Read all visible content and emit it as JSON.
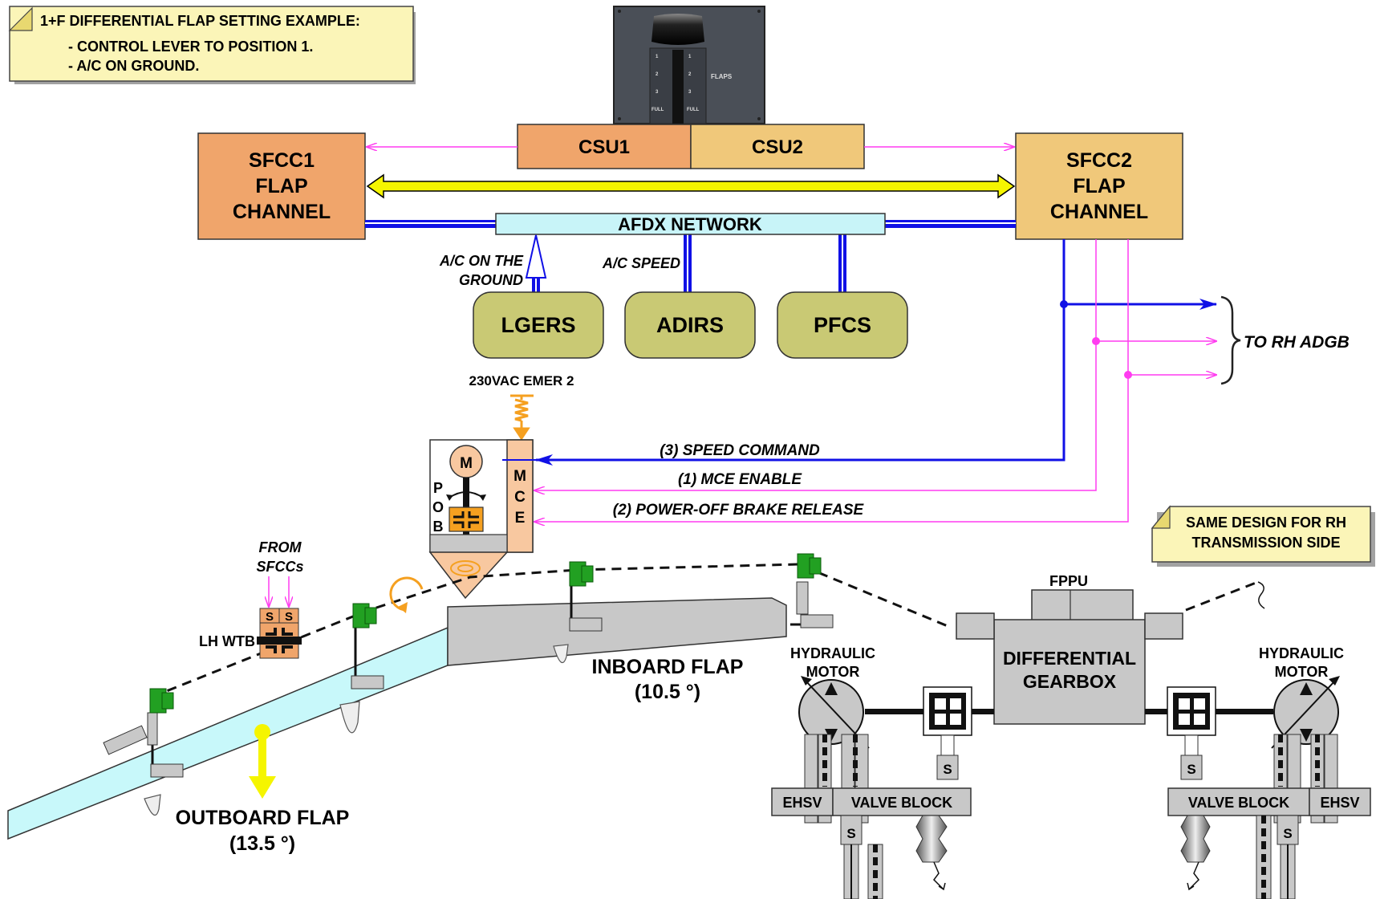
{
  "note": {
    "title": "1+F DIFFERENTIAL FLAP SETTING EXAMPLE:",
    "line1": "- CONTROL LEVER TO POSITION 1.",
    "line2": "- A/C ON GROUND."
  },
  "lever": {
    "label": "FLAPS",
    "positions_left": [
      "1",
      "2",
      "3",
      "FULL"
    ],
    "positions_right": [
      "1",
      "2",
      "3",
      "FULL"
    ]
  },
  "csu": {
    "csu1": "CSU1",
    "csu2": "CSU2"
  },
  "sfcc1": {
    "line1": "SFCC1",
    "line2": "FLAP",
    "line3": "CHANNEL"
  },
  "sfcc2": {
    "line1": "SFCC2",
    "line2": "FLAP",
    "line3": "CHANNEL"
  },
  "network": {
    "label": "AFDX NETWORK"
  },
  "signals": {
    "ground": [
      "A/C ON THE",
      "GROUND"
    ],
    "speed": "A/C SPEED"
  },
  "systems": {
    "lgers": "LGERS",
    "adirs": "ADIRS",
    "pfcs": "PFCS"
  },
  "rh_adgb": "TO RH ADGB",
  "power": "230VAC EMER 2",
  "pdu": {
    "motor": "M",
    "mce": [
      "M",
      "C",
      "E"
    ],
    "pob": [
      "P",
      "O",
      "B"
    ]
  },
  "commands": {
    "speed": "(3) SPEED COMMAND",
    "enable": "(1) MCE ENABLE",
    "brake": "(2) POWER-OFF BRAKE RELEASE"
  },
  "rh_note": {
    "line1": "SAME DESIGN FOR RH",
    "line2": "TRANSMISSION SIDE"
  },
  "wtb": {
    "from1": "FROM",
    "from2": "SFCCs",
    "s": "S",
    "label": "LH WTB"
  },
  "inboard": {
    "label": "INBOARD FLAP",
    "angle": "(10.5 °)"
  },
  "outboard": {
    "label": "OUTBOARD FLAP",
    "angle": "(13.5 °)"
  },
  "gearbox": {
    "fppu": "FPPU",
    "line1": "DIFFERENTIAL",
    "line2": "GEARBOX",
    "hyd_line1": "HYDRAULIC",
    "hyd_line2": "MOTOR",
    "s": "S",
    "ehsv": "EHSV",
    "valve_block": "VALVE BLOCK"
  },
  "colors": {
    "sfcc1": "#f0a56b",
    "sfcc2": "#f0c87a",
    "network": "#c8f4f8",
    "systems": "#c9c974",
    "note": "#fbf5b8",
    "magenta": "#ff3cf0",
    "blue": "#1010e6",
    "yellow": "#f5f500",
    "orange": "#f5a020",
    "flap_outboard": "#c8f8fa",
    "flap_inboard": "#c8c8c8",
    "green": "#22a022"
  }
}
